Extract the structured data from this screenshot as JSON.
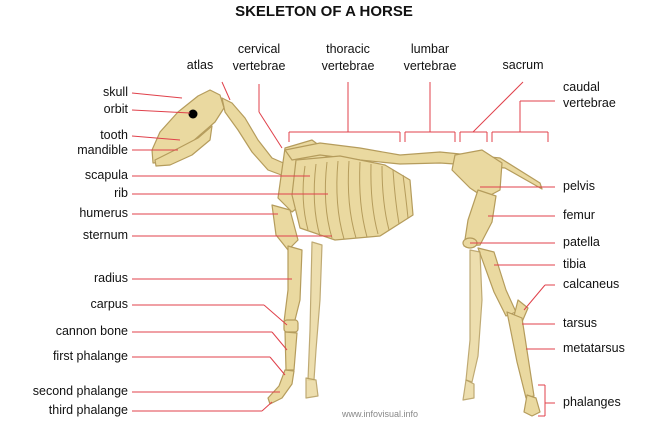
{
  "title": "SKELETON OF A HORSE",
  "credit": "www.infovisual.info",
  "colors": {
    "bone": "#ead9a0",
    "bone_stroke": "#b59c5c",
    "leader": "#e0414b",
    "text": "#111111"
  },
  "labels": {
    "skull": "skull",
    "orbit": "orbit",
    "tooth": "tooth",
    "mandible": "mandible",
    "scapula": "scapula",
    "rib": "rib",
    "humerus": "humerus",
    "sternum": "sternum",
    "radius": "radius",
    "carpus": "carpus",
    "cannon_bone": "cannon bone",
    "first_phalange": "first phalange",
    "second_phalange": "second phalange",
    "third_phalange": "third phalange",
    "atlas": "atlas",
    "cervical_1": "cervical",
    "cervical_2": "vertebrae",
    "thoracic_1": "thoracic",
    "thoracic_2": "vertebrae",
    "lumbar_1": "lumbar",
    "lumbar_2": "vertebrae",
    "sacrum": "sacrum",
    "caudal_1": "caudal",
    "caudal_2": "vertebrae",
    "pelvis": "pelvis",
    "femur": "femur",
    "patella": "patella",
    "tibia": "tibia",
    "calcaneus": "calcaneus",
    "tarsus": "tarsus",
    "metatarsus": "metatarsus",
    "phalanges": "phalanges"
  }
}
